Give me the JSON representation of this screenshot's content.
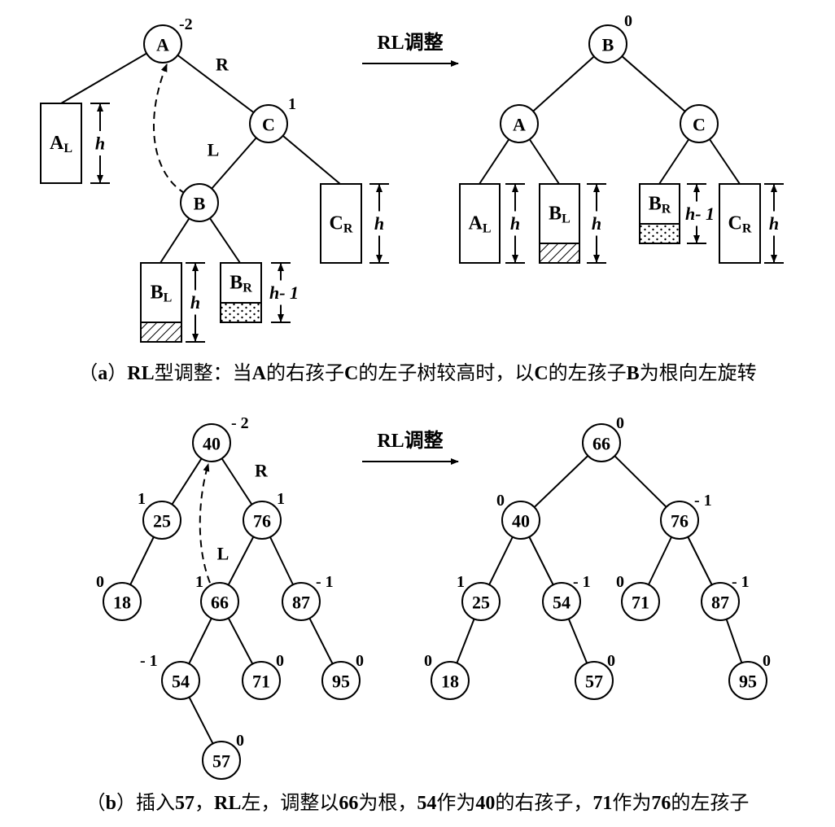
{
  "panel_a": {
    "arrow_label": "RL调整",
    "before": {
      "nodes": [
        {
          "id": "A",
          "label": "A",
          "bf": "-2"
        },
        {
          "id": "C",
          "label": "C",
          "bf": "1"
        },
        {
          "id": "B",
          "label": "B",
          "bf": ""
        }
      ],
      "edge_labels": [
        {
          "edge": "A-C",
          "text": "R"
        },
        {
          "edge": "C-B",
          "text": "L"
        }
      ],
      "subtrees": [
        {
          "id": "AL",
          "main": "A",
          "sub": "L",
          "height": "h",
          "fill": "none"
        },
        {
          "id": "CR",
          "main": "C",
          "sub": "R",
          "height": "h",
          "fill": "none"
        },
        {
          "id": "BL",
          "main": "B",
          "sub": "L",
          "height": "h",
          "fill": "hatch"
        },
        {
          "id": "BR",
          "main": "B",
          "sub": "R",
          "height": "h- 1",
          "fill": "dots"
        }
      ]
    },
    "after": {
      "nodes": [
        {
          "id": "B",
          "label": "B",
          "bf": "0"
        },
        {
          "id": "A",
          "label": "A",
          "bf": ""
        },
        {
          "id": "C",
          "label": "C",
          "bf": ""
        }
      ],
      "subtrees": [
        {
          "id": "AL",
          "main": "A",
          "sub": "L",
          "height": "h",
          "fill": "none"
        },
        {
          "id": "BL",
          "main": "B",
          "sub": "L",
          "height": "h",
          "fill": "hatch"
        },
        {
          "id": "BR",
          "main": "B",
          "sub": "R",
          "height": "h- 1",
          "fill": "dots"
        },
        {
          "id": "CR",
          "main": "C",
          "sub": "R",
          "height": "h",
          "fill": "none"
        }
      ]
    },
    "caption": [
      {
        "t": "（",
        "b": false
      },
      {
        "t": "a",
        "b": true
      },
      {
        "t": "）",
        "b": false
      },
      {
        "t": "RL",
        "b": true
      },
      {
        "t": "型调整：当",
        "b": false
      },
      {
        "t": "A",
        "b": true
      },
      {
        "t": "的右孩子",
        "b": false
      },
      {
        "t": "C",
        "b": true
      },
      {
        "t": "的左子树较高时，以",
        "b": false
      },
      {
        "t": "C",
        "b": true
      },
      {
        "t": "的左孩子",
        "b": false
      },
      {
        "t": "B",
        "b": true
      },
      {
        "t": "为根向左旋转",
        "b": false
      }
    ]
  },
  "panel_b": {
    "arrow_label": "RL调整",
    "before": {
      "nodes": [
        {
          "id": "b40",
          "label": "40",
          "bf": "- 2"
        },
        {
          "id": "b25",
          "label": "25",
          "bf": "1"
        },
        {
          "id": "b76",
          "label": "76",
          "bf": "1"
        },
        {
          "id": "b18",
          "label": "18",
          "bf": "0"
        },
        {
          "id": "b66",
          "label": "66",
          "bf": "1"
        },
        {
          "id": "b87",
          "label": "87",
          "bf": "- 1"
        },
        {
          "id": "b54",
          "label": "54",
          "bf": "- 1"
        },
        {
          "id": "b71",
          "label": "71",
          "bf": "0"
        },
        {
          "id": "b95",
          "label": "95",
          "bf": "0"
        },
        {
          "id": "b57",
          "label": "57",
          "bf": "0"
        }
      ],
      "edge_labels": [
        {
          "edge": "40-76",
          "text": "R"
        },
        {
          "edge": "76-66",
          "text": "L"
        }
      ]
    },
    "after": {
      "nodes": [
        {
          "id": "a66",
          "label": "66",
          "bf": "0"
        },
        {
          "id": "a40",
          "label": "40",
          "bf": "0"
        },
        {
          "id": "a76",
          "label": "76",
          "bf": "- 1"
        },
        {
          "id": "a25",
          "label": "25",
          "bf": "1"
        },
        {
          "id": "a54",
          "label": "54",
          "bf": "- 1"
        },
        {
          "id": "a71",
          "label": "71",
          "bf": "0"
        },
        {
          "id": "a87",
          "label": "87",
          "bf": "- 1"
        },
        {
          "id": "a18",
          "label": "18",
          "bf": "0"
        },
        {
          "id": "a57",
          "label": "57",
          "bf": "0"
        },
        {
          "id": "a95",
          "label": "95",
          "bf": "0"
        }
      ]
    },
    "caption": [
      {
        "t": "（",
        "b": false
      },
      {
        "t": "b",
        "b": true
      },
      {
        "t": "）插入",
        "b": false
      },
      {
        "t": "57",
        "b": true
      },
      {
        "t": "，",
        "b": false
      },
      {
        "t": "RL",
        "b": true
      },
      {
        "t": "左，调整以",
        "b": false
      },
      {
        "t": "66",
        "b": true
      },
      {
        "t": "为根，",
        "b": false
      },
      {
        "t": "54",
        "b": true
      },
      {
        "t": "作为",
        "b": false
      },
      {
        "t": "40",
        "b": true
      },
      {
        "t": "的右孩子，",
        "b": false
      },
      {
        "t": "71",
        "b": true
      },
      {
        "t": "作为",
        "b": false
      },
      {
        "t": "76",
        "b": true
      },
      {
        "t": "的左孩子",
        "b": false
      }
    ]
  }
}
